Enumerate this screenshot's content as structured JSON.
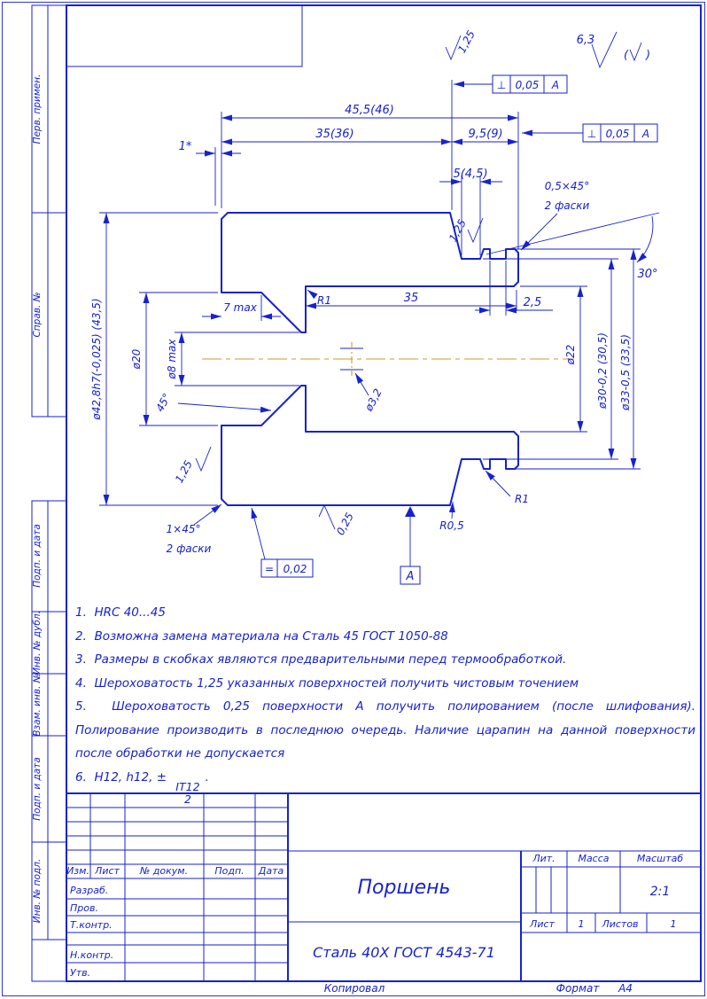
{
  "colors": {
    "line": "#1722cf",
    "centerline": "#d09a28"
  },
  "margin": {
    "labels": [
      "Перв. примен.",
      "Справ. №",
      "Подп. и дата",
      "Инв. № дубл.",
      "Взам. инв. №",
      "Подп. и дата",
      "Инв. № подл."
    ]
  },
  "drawing": {
    "dim_total": "45,5(46)",
    "dim_main": "35(36)",
    "dim_right": "9,5(9)",
    "dim_groove5": "5(4,5)",
    "dim_one_star": "1*",
    "chamfer_right_line1": "0,5×45°",
    "chamfer_right_line2": "2 фаски",
    "chamfer_left_line1": "1×45°",
    "chamfer_left_line2": "2 фаски",
    "angle_30": "30°",
    "angle_45": "45°",
    "dim_2_5": "2,5",
    "dim_bore_len": "35",
    "dim_7max": "7 max",
    "dia_42_8": "ø42,8h7(-0,025) (43,5)",
    "dia_20": "ø20",
    "dia_8": "ø8 max",
    "dia_3_2": "ø3,2",
    "dia_22": "ø22",
    "dia_30": "ø30-0,2 (30,5)",
    "dia_33": "ø33-0,5 (33,5)",
    "r1": "R1",
    "r05": "R0,5",
    "rough_125": "1,25",
    "rough_025": "0,25",
    "rough_general": "6,3",
    "paren_open": "(",
    "paren_close": ")",
    "perp_symbol": "⊥",
    "perp_value": "0,05",
    "datum": "A",
    "sym_symbol": "=",
    "sym_value": "0,02"
  },
  "notes": {
    "items": [
      "1.  HRC 40...45",
      "2.  Возможна замена материала на Сталь 45 ГОСТ 1050-88",
      "3.  Размеры в скобках являются предварительными перед термообработкой.",
      "4.  Шероховатость 1,25 указанных поверхностей получить чистовым точением",
      "5.  Шероховатость 0,25 поверхности А получить полированием (после шлифования). Полирование производить в последнюю очередь. Наличие царапин на данной поверхности после обработки не допускается"
    ],
    "n6_prefix": "6.  H12, h12, ± ",
    "n6_num": "IT12",
    "n6_den": "2",
    "n6_suffix": "."
  },
  "title_block": {
    "header_cols": [
      "Изм.",
      "Лист",
      "№ докум.",
      "Подп.",
      "Дата"
    ],
    "rows": [
      "Разраб.",
      "Пров.",
      "Т.контр.",
      "Н.контр.",
      "Утв."
    ],
    "part_name": "Поршень",
    "material": "Сталь 40Х ГОСТ 4543-71",
    "lit_label": "Лит.",
    "mass_label": "Масса",
    "scale_label": "Масштаб",
    "scale_value": "2:1",
    "sheet_label": "Лист",
    "sheet_value": "1",
    "sheets_label": "Листов",
    "sheets_value": "1",
    "copied": "Копировал",
    "format_label": "Формат",
    "format_value": "А4"
  }
}
